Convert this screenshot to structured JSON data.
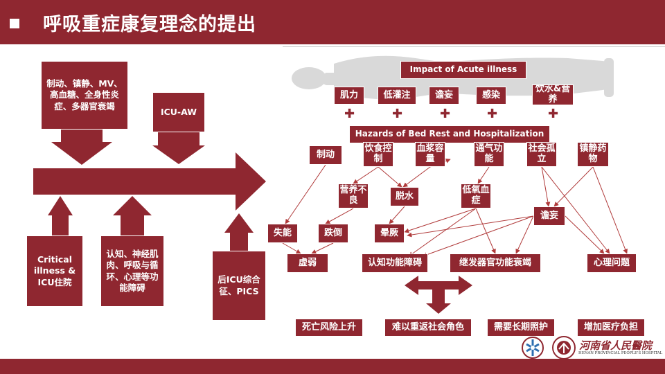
{
  "title": "呼吸重症康复理念的提出",
  "colors": {
    "brand": "#8f2730",
    "arrow": "#b03a3a",
    "silhouette": "#d9d9d9"
  },
  "left": {
    "causes": "制动、镇静、MV、高血糖、全身性炎症、多器官衰竭",
    "icu_aw": "ICU-AW",
    "critical": "Critical illness & ICU住院",
    "dysfunction": "认知、神经肌肉、呼吸与循环、心理等功能障碍",
    "post_icu": "后ICU综合征、PICS"
  },
  "impact": {
    "title": "Impact of Acute illness",
    "items": [
      "肌力",
      "低灌注",
      "谵妄",
      "感染",
      "饮水&营养"
    ]
  },
  "hazards": {
    "title": "Hazards of Bed Rest and Hospitalization",
    "items": [
      "制动",
      "饮食控制",
      "血浆容量",
      "通气功能",
      "社会孤立",
      "镇静药物"
    ]
  },
  "mid": [
    "营养不良",
    "脱水",
    "低氧血症",
    "谵妄"
  ],
  "low": [
    "失能",
    "跌倒",
    "晕厥"
  ],
  "bottom": [
    "虚弱",
    "认知功能障碍",
    "继发器官功能衰竭",
    "心理问题"
  ],
  "outcomes": [
    "死亡风险上升",
    "难以重返社会角色",
    "需要长期照护",
    "增加医疗负担"
  ],
  "logo": {
    "name": "河南省人民醫院",
    "sub": "HENAN PROVINCIAL PEOPLE'S HOSPITAL"
  }
}
